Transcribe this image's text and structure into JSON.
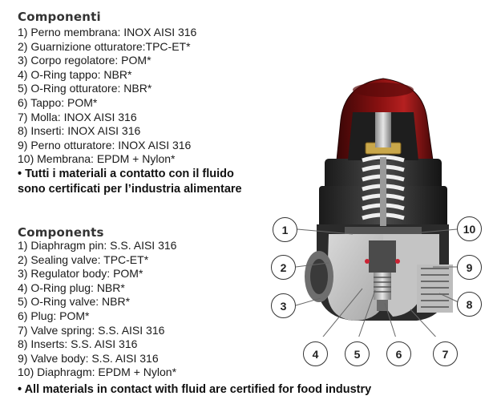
{
  "italian": {
    "heading": "Componenti",
    "items": [
      "1) Perno membrana: INOX AISI 316",
      "2) Guarnizione otturatore:TPC-ET*",
      "3) Corpo regolatore: POM*",
      "4) O-Ring tappo: NBR*",
      "5) O-Ring otturatore: NBR*",
      "6) Tappo: POM*",
      "7) Molla: INOX AISI 316",
      "8) Inserti:  INOX AISI 316",
      "9) Perno otturatore: INOX AISI 316",
      "10) Membrana: EPDM + Nylon*"
    ],
    "note_line1": "• Tutti i materiali a contatto con il fluido",
    "note_line2": "sono certificati per l’industria alimentare"
  },
  "english": {
    "heading": "Components",
    "items": [
      "1) Diaphragm pin: S.S. AISI 316",
      "2) Sealing valve: TPC-ET*",
      "3) Regulator body: POM*",
      "4) O-Ring plug: NBR*",
      "5) O-Ring valve: NBR*",
      "6) Plug: POM*",
      "7) Valve spring: S.S. AISI 316",
      "8) Inserts: S.S. AISI 316",
      "9) Valve body: S.S. AISI 316",
      "10) Diaphragm: EPDM + Nylon*"
    ],
    "note": "• All materials in contact with fluid are certified for food industry"
  },
  "callouts": [
    "1",
    "2",
    "3",
    "4",
    "5",
    "6",
    "7",
    "8",
    "9",
    "10"
  ]
}
